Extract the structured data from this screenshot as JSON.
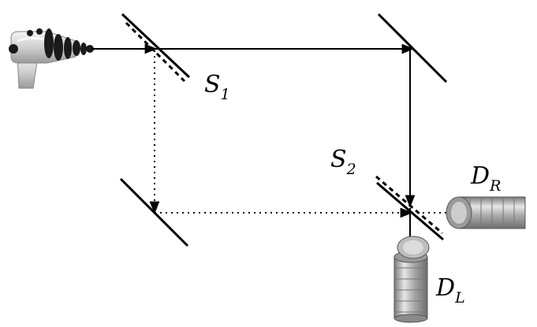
{
  "labels": {
    "splitter1": {
      "main": "S",
      "sub": "1"
    },
    "splitter2": {
      "main": "S",
      "sub": "2"
    },
    "detector_right": {
      "main": "D",
      "sub": "R"
    },
    "detector_left": {
      "main": "D",
      "sub": "L"
    }
  },
  "icons": {
    "source": "ray-gun-icon",
    "detector": "tin-can-icon"
  },
  "colors": {
    "ink": "#000000",
    "background": "#ffffff",
    "gun_body": "#d9d9d9",
    "can_metal": "#b8b8b8"
  }
}
